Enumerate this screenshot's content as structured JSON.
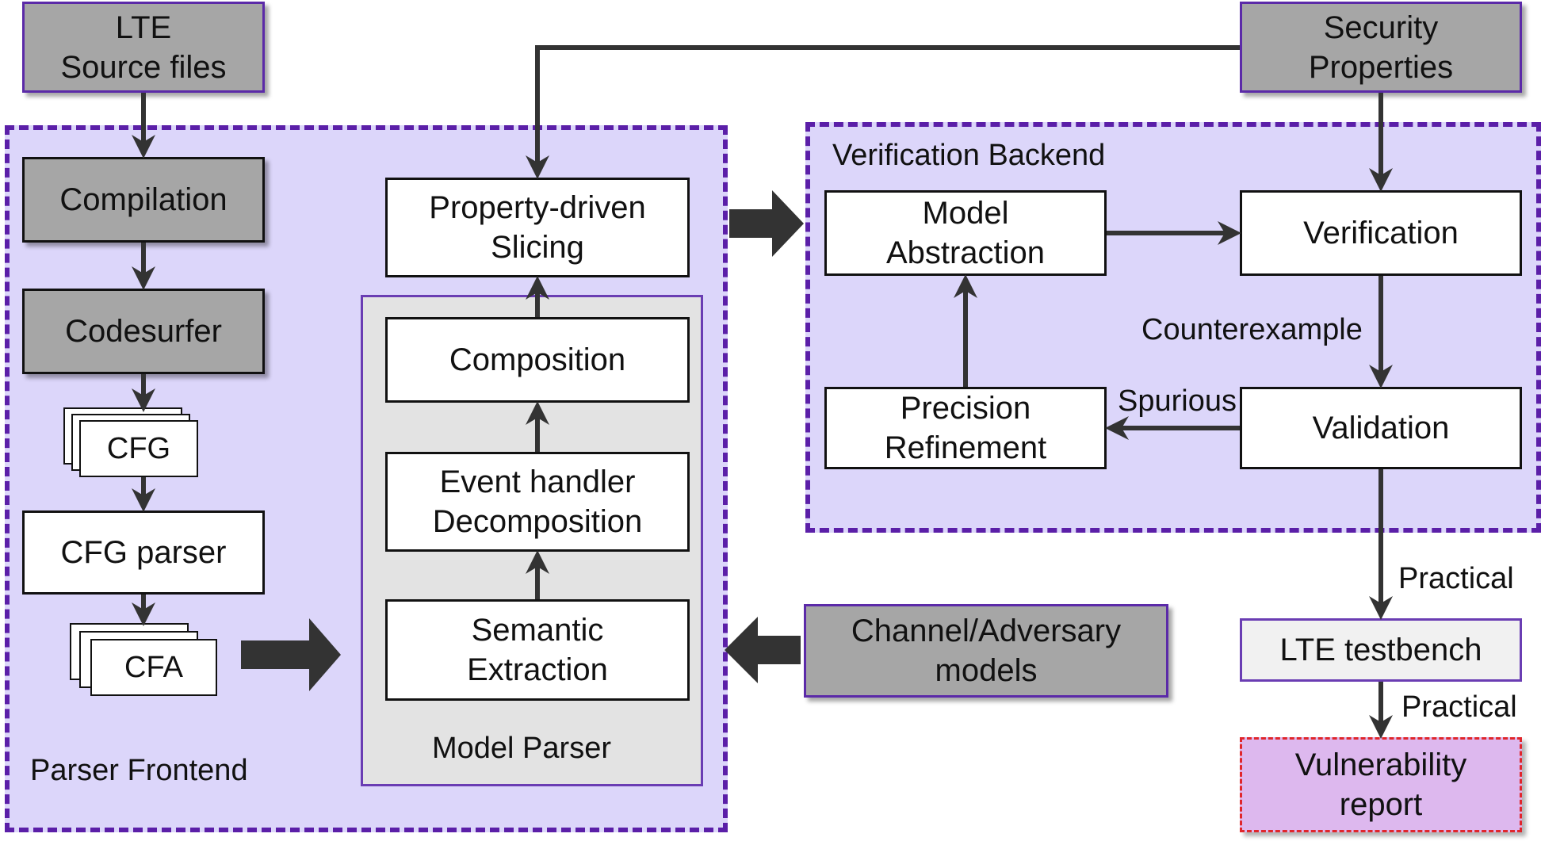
{
  "inputs": {
    "lte_source": "LTE\nSource files",
    "security_properties": "Security\nProperties",
    "channel_models": "Channel/Adversary\nmodels"
  },
  "frontend": {
    "label": "Parser Frontend",
    "compilation": "Compilation",
    "codesurfer": "Codesurfer",
    "cfg": "CFG",
    "cfg_parser": "CFG parser",
    "cfa": "CFA",
    "slicing": "Property-driven\nSlicing",
    "model_parser": {
      "label": "Model Parser",
      "composition": "Composition",
      "decomposition": "Event handler\nDecomposition",
      "semantic": "Semantic\nExtraction"
    }
  },
  "backend": {
    "label": "Verification Backend",
    "model_abstraction": "Model\nAbstraction",
    "verification": "Verification",
    "precision_refinement": "Precision\nRefinement",
    "validation": "Validation",
    "edge_counterexample": "Counterexample",
    "edge_spurious": "Spurious"
  },
  "output": {
    "edge_practical_1": "Practical",
    "testbench": "LTE testbench",
    "edge_practical_2": "Practical",
    "vulnerability_report": "Vulnerability\nreport"
  },
  "colors": {
    "region_fill": "#dcd6fa",
    "region_border": "#5b1fa8",
    "input_fill": "#a6a6a6",
    "report_fill": "#ddb8ee",
    "report_border": "#e0262b"
  }
}
